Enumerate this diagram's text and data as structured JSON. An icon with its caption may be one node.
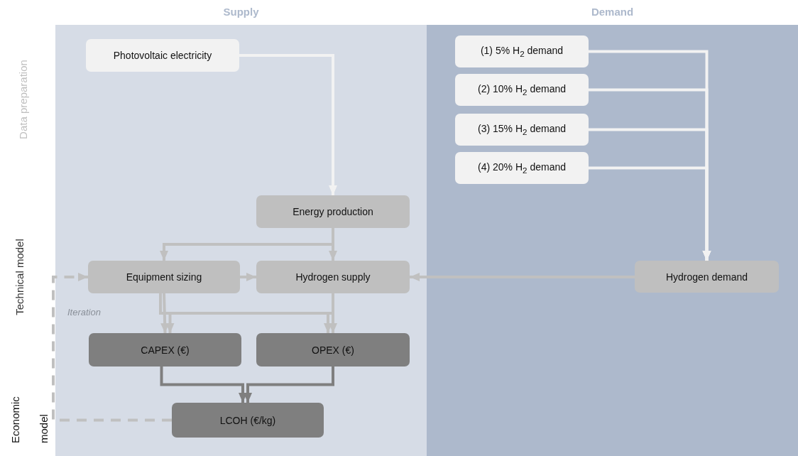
{
  "diagram": {
    "nodes": [
      {
        "text": [
          "Supply"
        ]
      },
      {
        "text": [
          "Demand"
        ]
      },
      {
        "text": [
          "Photovoltaic electricity"
        ],
        "in": 0
      },
      {
        "text": [
          "(1) 5% H$_{2}$ demand"
        ],
        "in": 1
      },
      {
        "text": [
          "(2) 10% H$_{2}$ demand"
        ],
        "in": 1
      },
      {
        "text": [
          "(3) 15% H$_{2}$ demand"
        ],
        "in": 1
      },
      {
        "text": [
          "(4) 20% H$_{2}$ demand"
        ],
        "in": 1
      },
      {
        "text": [
          "Energy production"
        ],
        "in": 0
      },
      {
        "text": [
          "Equipment sizing"
        ],
        "in": 0
      },
      {
        "text": [
          "Hydrogen supply"
        ],
        "in": 0
      },
      {
        "text": [
          "Hydrogen demand"
        ],
        "in": 1
      },
      {
        "text": [
          "CAPEX (€)"
        ],
        "in": 0
      },
      {
        "text": [
          "OPEX (€)"
        ],
        "in": 0
      },
      {
        "text": [
          "LCOH (€/kg)"
        ],
        "in": 0
      }
    ],
    "edges": [
      {
        "from": 2,
        "to": 7,
        "arrow": "to",
        "color": "#f2f2f2"
      },
      {
        "from": 3,
        "to": 10,
        "arrow": "to",
        "color": "#f2f2f2"
      },
      {
        "from": 4,
        "to": 10,
        "arrow": "to",
        "color": "#f2f2f2"
      },
      {
        "from": 5,
        "to": 10,
        "arrow": "to",
        "color": "#f2f2f2"
      },
      {
        "from": 6,
        "to": 10,
        "arrow": "to",
        "color": "#f2f2f2"
      },
      {
        "from": 7,
        "to": 8,
        "arrow": "to"
      },
      {
        "from": 7,
        "to": 9,
        "arrow": "to"
      },
      {
        "from": 8,
        "to": 9,
        "arrow": "to"
      },
      {
        "from": 10,
        "to": 9,
        "arrow": "to"
      },
      {
        "from": 8,
        "to": 11,
        "arrow": "to"
      },
      {
        "from": 8,
        "to": 12,
        "arrow": "to"
      },
      {
        "from": 9,
        "to": 11,
        "arrow": "to"
      },
      {
        "from": 9,
        "to": 12,
        "arrow": "to"
      },
      {
        "from": 11,
        "to": 13,
        "arrow": "to",
        "color": "#7f7f7f"
      },
      {
        "from": 12,
        "to": 13,
        "arrow": "to",
        "color": "#7f7f7f"
      },
      {
        "from": 13,
        "to": 8,
        "arrow": "to",
        "style": "dashed",
        "label": "Iteration"
      }
    ],
    "labels": [
      "Data preparation",
      "Technical model",
      "Economic model"
    ]
  }
}
